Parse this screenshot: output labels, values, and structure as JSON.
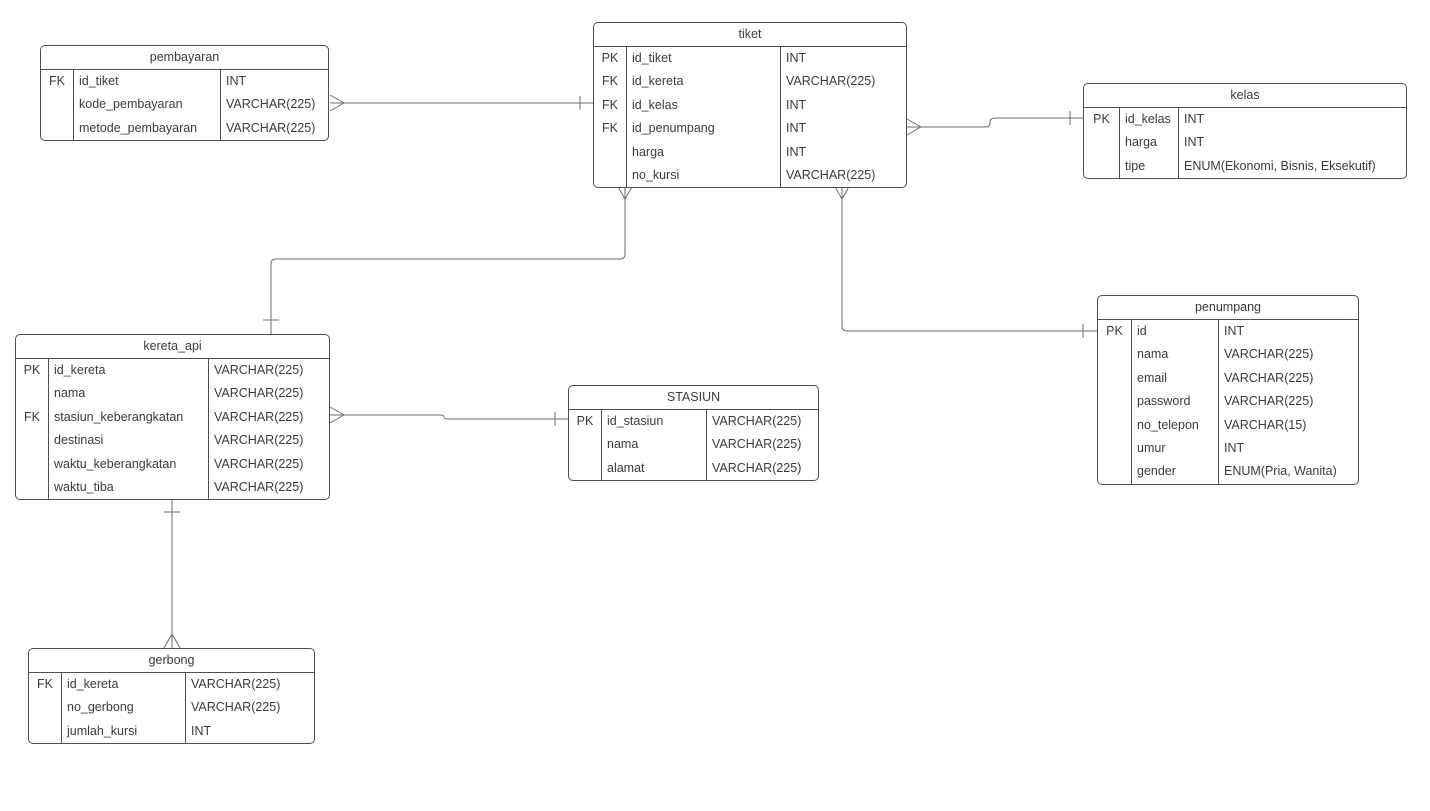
{
  "diagram": {
    "colors": {
      "entity_border": "#4d4d5c",
      "entity_text": "#3a3a44",
      "relationship_line": "#6b6b76",
      "background": "#ffffff"
    },
    "notation": "crow-foot",
    "entities": [
      {
        "id": "pembayaran",
        "title": "pembayaran",
        "rows": [
          {
            "key": "FK",
            "name": "id_tiket",
            "type": "INT"
          },
          {
            "key": "",
            "name": "kode_pembayaran",
            "type": "VARCHAR(225)"
          },
          {
            "key": "",
            "name": "metode_pembayaran",
            "type": "VARCHAR(225)"
          }
        ]
      },
      {
        "id": "tiket",
        "title": "tiket",
        "rows": [
          {
            "key": "PK",
            "name": "id_tiket",
            "type": "INT"
          },
          {
            "key": "FK",
            "name": "id_kereta",
            "type": "VARCHAR(225)"
          },
          {
            "key": "FK",
            "name": "id_kelas",
            "type": "INT"
          },
          {
            "key": "FK",
            "name": "id_penumpang",
            "type": "INT"
          },
          {
            "key": "",
            "name": "harga",
            "type": "INT"
          },
          {
            "key": "",
            "name": "no_kursi",
            "type": "VARCHAR(225)"
          }
        ]
      },
      {
        "id": "kelas",
        "title": "kelas",
        "rows": [
          {
            "key": "PK",
            "name": "id_kelas",
            "type": "INT"
          },
          {
            "key": "",
            "name": "harga",
            "type": "INT"
          },
          {
            "key": "",
            "name": "tipe",
            "type": "ENUM(Ekonomi, Bisnis, Eksekutif)"
          }
        ]
      },
      {
        "id": "kereta_api",
        "title": "kereta_api",
        "rows": [
          {
            "key": "PK",
            "name": "id_kereta",
            "type": "VARCHAR(225)"
          },
          {
            "key": "",
            "name": "nama",
            "type": "VARCHAR(225)"
          },
          {
            "key": "FK",
            "name": "stasiun_keberangkatan",
            "type": "VARCHAR(225)"
          },
          {
            "key": "",
            "name": "destinasi",
            "type": "VARCHAR(225)"
          },
          {
            "key": "",
            "name": "waktu_keberangkatan",
            "type": "VARCHAR(225)"
          },
          {
            "key": "",
            "name": "waktu_tiba",
            "type": "VARCHAR(225)"
          }
        ]
      },
      {
        "id": "stasiun",
        "title": "STASIUN",
        "rows": [
          {
            "key": "PK",
            "name": "id_stasiun",
            "type": "VARCHAR(225)"
          },
          {
            "key": "",
            "name": "nama",
            "type": "VARCHAR(225)"
          },
          {
            "key": "",
            "name": "alamat",
            "type": "VARCHAR(225)"
          }
        ]
      },
      {
        "id": "penumpang",
        "title": "penumpang",
        "rows": [
          {
            "key": "PK",
            "name": "id",
            "type": "INT"
          },
          {
            "key": "",
            "name": "nama",
            "type": "VARCHAR(225)"
          },
          {
            "key": "",
            "name": "email",
            "type": "VARCHAR(225)"
          },
          {
            "key": "",
            "name": "password",
            "type": "VARCHAR(225)"
          },
          {
            "key": "",
            "name": "no_telepon",
            "type": "VARCHAR(15)"
          },
          {
            "key": "",
            "name": "umur",
            "type": "INT"
          },
          {
            "key": "",
            "name": "gender",
            "type": "ENUM(Pria, Wanita)"
          }
        ]
      },
      {
        "id": "gerbong",
        "title": "gerbong",
        "rows": [
          {
            "key": "FK",
            "name": "id_kereta",
            "type": "VARCHAR(225)"
          },
          {
            "key": "",
            "name": "no_gerbong",
            "type": "VARCHAR(225)"
          },
          {
            "key": "",
            "name": "jumlah_kursi",
            "type": "INT"
          }
        ]
      }
    ],
    "relationships": [
      {
        "from": "pembayaran",
        "to": "tiket",
        "from_cardinality": "many",
        "to_cardinality": "one"
      },
      {
        "from": "tiket",
        "to": "kelas",
        "from_cardinality": "many",
        "to_cardinality": "one"
      },
      {
        "from": "tiket",
        "to": "kereta_api",
        "from_cardinality": "many",
        "to_cardinality": "one"
      },
      {
        "from": "tiket",
        "to": "penumpang",
        "from_cardinality": "many",
        "to_cardinality": "one"
      },
      {
        "from": "kereta_api",
        "to": "STASIUN",
        "from_cardinality": "many",
        "to_cardinality": "one"
      },
      {
        "from": "kereta_api",
        "to": "gerbong",
        "from_cardinality": "one",
        "to_cardinality": "many"
      }
    ]
  }
}
